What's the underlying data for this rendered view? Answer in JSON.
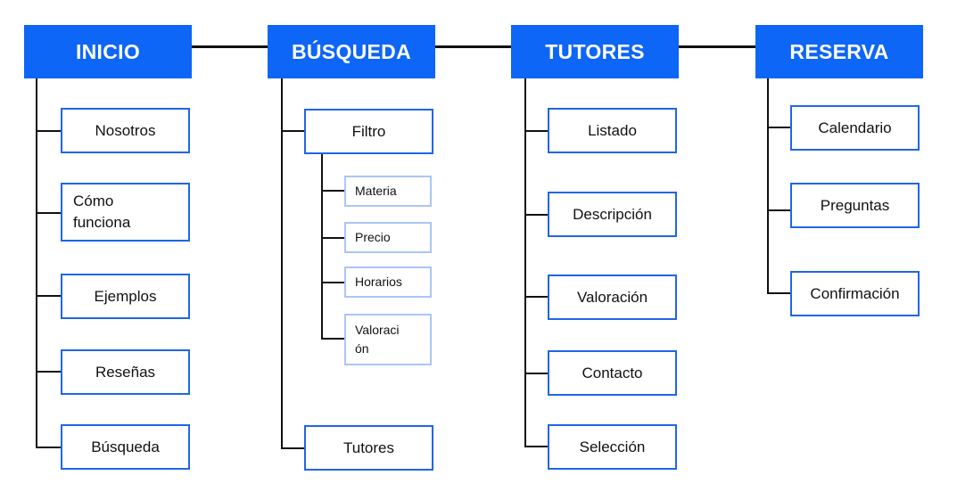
{
  "sections": {
    "inicio": {
      "title": "INICIO",
      "items": [
        "Nosotros",
        "Cómo funciona",
        "Ejemplos",
        "Reseñas",
        "Búsqueda"
      ]
    },
    "busqueda": {
      "title": "BÚSQUEDA",
      "items": [
        "Filtro",
        "Tutores"
      ],
      "filtro_items": [
        "Materia",
        "Precio",
        "Horarios",
        "Valoración"
      ]
    },
    "tutores": {
      "title": "TUTORES",
      "items": [
        "Listado",
        "Descripción",
        "Valoración",
        "Contacto",
        "Selección"
      ]
    },
    "reserva": {
      "title": "RESERVA",
      "items": [
        "Calendario",
        "Preguntas",
        "Confirmación"
      ]
    }
  },
  "colors": {
    "header_bg": "#0d66f5",
    "node_border": "#1f66e8",
    "sub_border": "#a9c6f6",
    "line": "#111111"
  }
}
